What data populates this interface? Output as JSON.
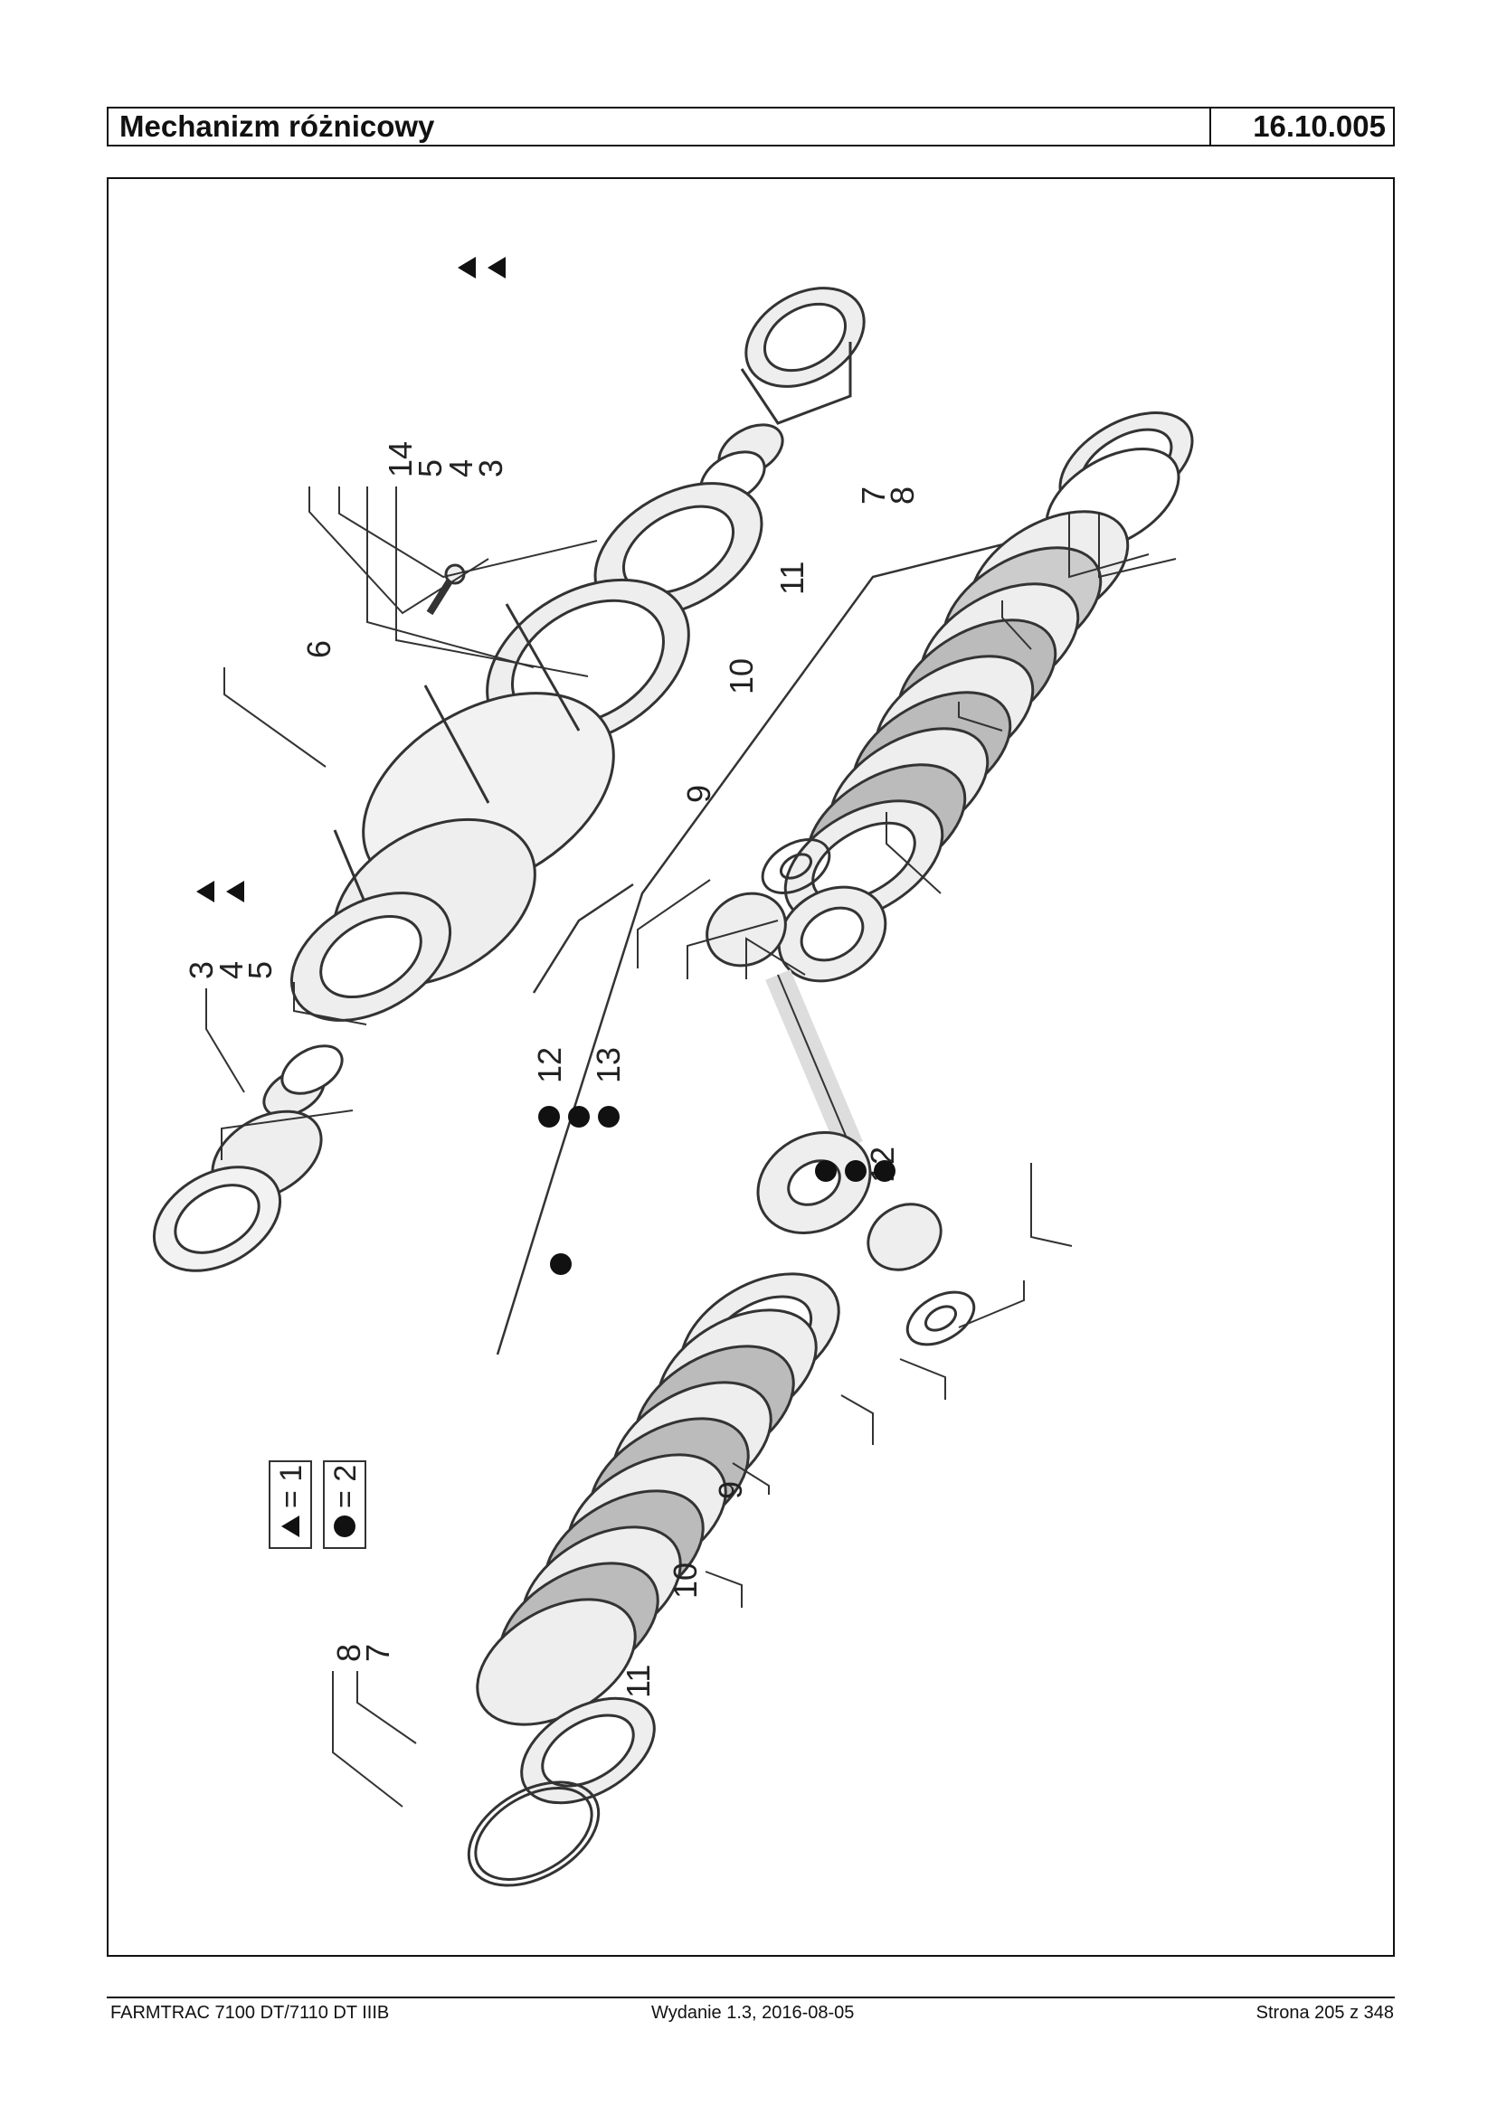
{
  "header": {
    "title": "Mechanizm różnicowy",
    "code": "16.10.005"
  },
  "footer": {
    "left": "FARMTRAC 7100 DT/7110 DT IIIB",
    "middle": "Wydanie 1.3,  2016-08-05",
    "right": "Strona 205 z 348"
  },
  "legend": {
    "triangle": "= 1",
    "circle": "= 2"
  },
  "callouts": {
    "c14": "14",
    "c5a": "5",
    "c4a": "4",
    "c3a": "3",
    "c7a": "7",
    "c8a": "8",
    "c6": "6",
    "c11a": "11",
    "c10a": "10",
    "c9a": "9",
    "c3b": "3",
    "c4b": "4",
    "c5b": "5",
    "c12a": "12",
    "c13": "13",
    "c12b": "12",
    "c9b": "9",
    "c10b": "10",
    "c11b": "11",
    "c8b": "8",
    "c7b": "7"
  }
}
